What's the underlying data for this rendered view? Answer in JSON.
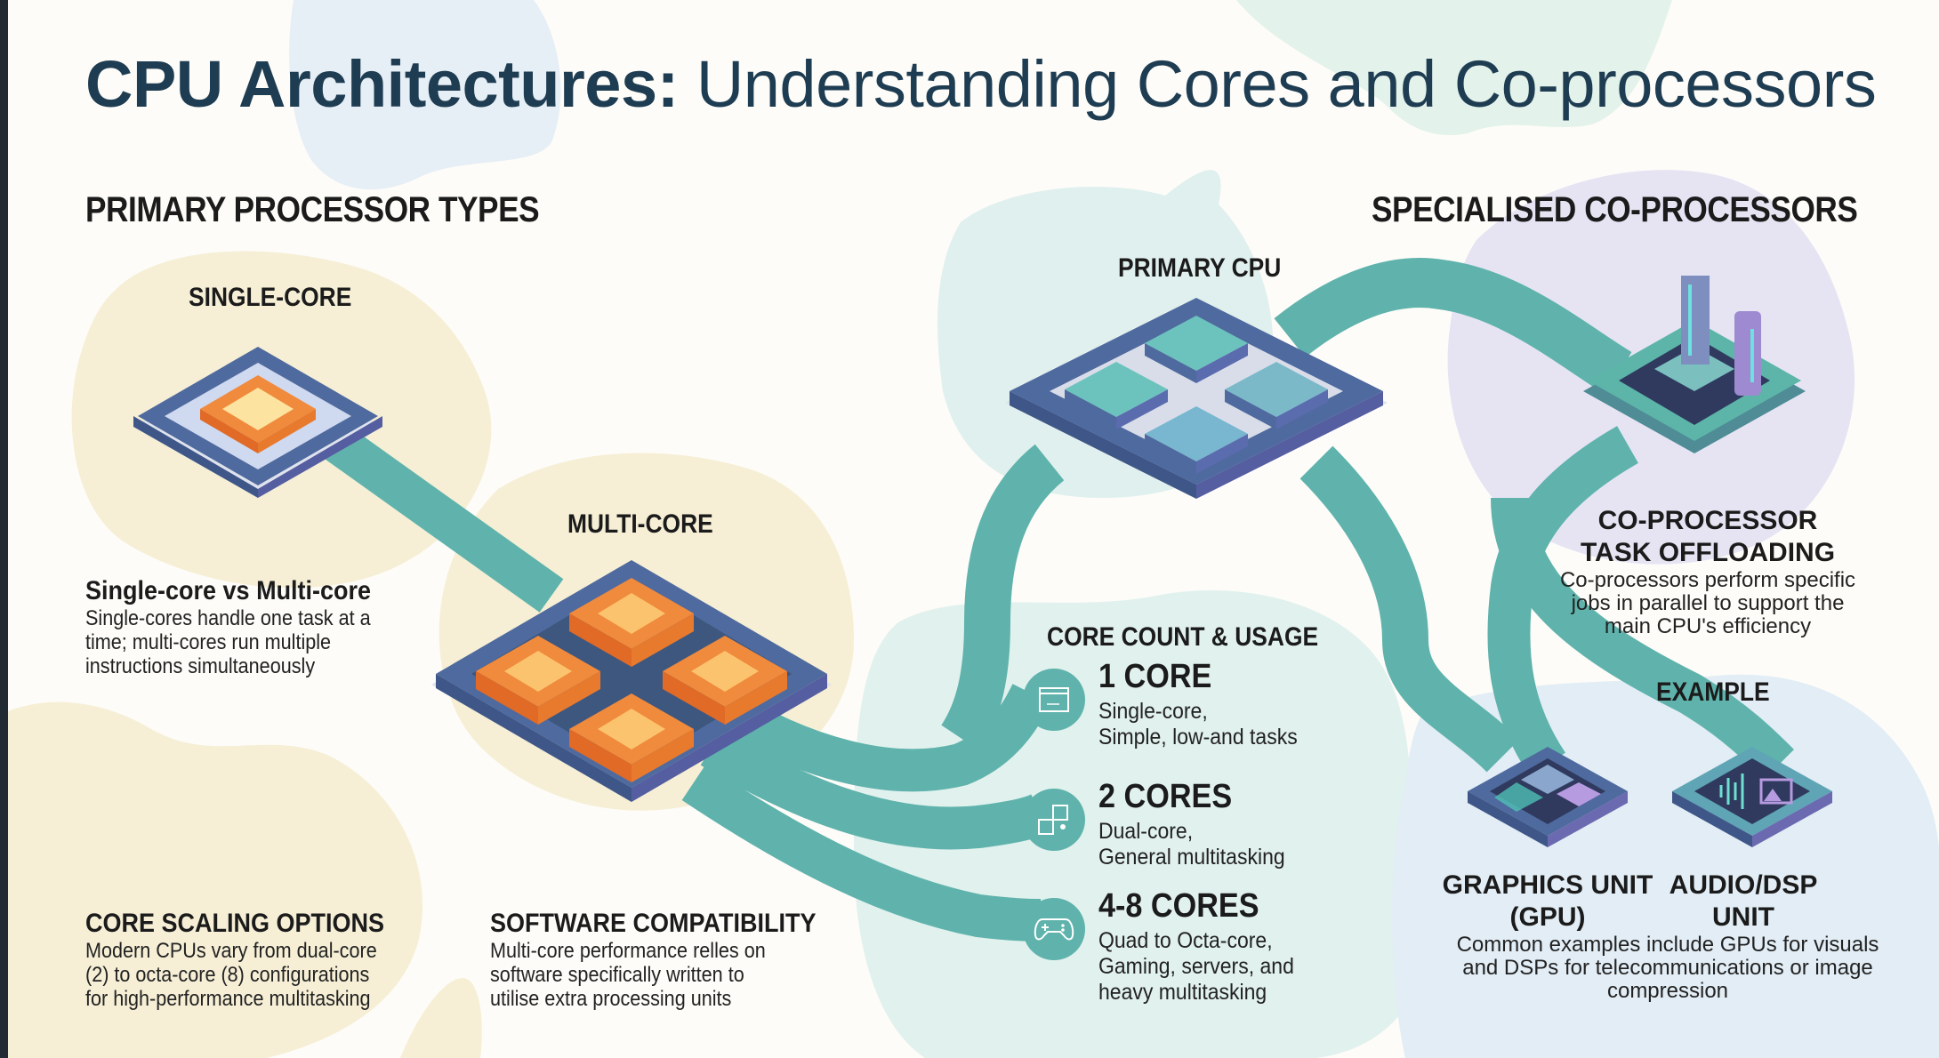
{
  "title": {
    "bold": "CPU Architectures:",
    "light": "Understanding Cores and Co-processors"
  },
  "colors": {
    "title": "#1f3d52",
    "ribbon": "#5fb3ac",
    "orange_core": "#f08a3c",
    "chip_blue": "#4f6a9e",
    "teal_core": "#6cc3bd",
    "purple_accent": "#a58ad8",
    "blob_cream": "#f6efd6",
    "blob_mint": "#e2f1ee",
    "blob_lavender": "#e5e3f3",
    "blob_sky": "#e2edf5"
  },
  "left": {
    "heading": "PRIMARY PROCESSOR TYPES",
    "single_core_label": "SINGLE-CORE",
    "multi_core_label": "MULTI-CORE",
    "single_vs_multi": {
      "title": "Single-core vs Multi-core",
      "body": "Single-cores handle one task at a\ntime; multi-cores run multiple\ninstructions simultaneously"
    },
    "core_scaling": {
      "title": "CORE SCALING OPTIONS",
      "body": "Modern CPUs vary from dual-core\n(2) to octa-core (8) configurations\nfor high-performance multitasking"
    },
    "software_compat": {
      "title": "SOFTWARE COMPATIBILITY",
      "body": "Multi-core performance relles on\nsoftware specifically written to\nutilise extra processing units"
    }
  },
  "center": {
    "primary_cpu_label": "PRIMARY CPU",
    "core_count_heading": "CORE COUNT & USAGE",
    "items": [
      {
        "icon": "app-window-icon",
        "title": "1 CORE",
        "desc": "Single-core,\nSimple, low-and tasks"
      },
      {
        "icon": "dual-squares-icon",
        "title": "2 CORES",
        "desc": "Dual-core,\nGeneral multitasking"
      },
      {
        "icon": "gamepad-icon",
        "title": "4-8 CORES",
        "desc": "Quad to Octa-core,\nGaming, servers, and\nheavy multitasking"
      }
    ]
  },
  "right": {
    "heading": "SPECIALISED CO-PROCESSORS",
    "offloading": {
      "title": "CO-PROCESSOR\nTASK OFFLOADING",
      "body": "Co-processors perform specific\njobs in parallel to support the\nmain CPU's efficiency"
    },
    "example_label": "EXAMPLE",
    "gpu_label": "GRAPHICS UNIT\n(GPU)",
    "dsp_label": "AUDIO/DSP\nUNIT",
    "examples_body": "Common examples include GPUs for visuals\nand DSPs for telecommunications or image\ncompression"
  }
}
